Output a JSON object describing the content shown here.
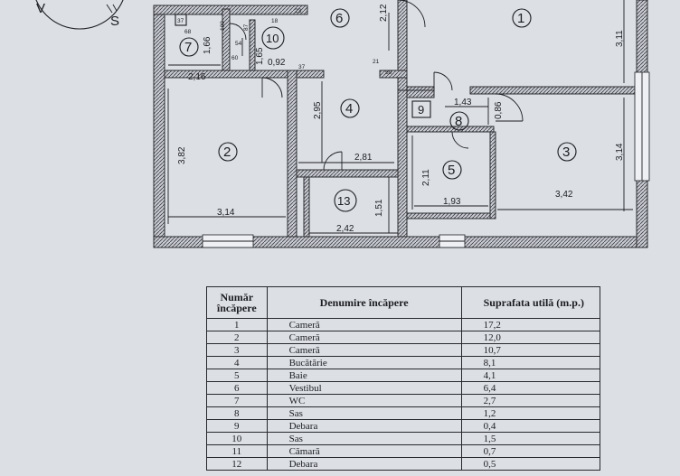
{
  "compass": {
    "letters": [
      "V",
      "S"
    ]
  },
  "plan": {
    "rooms": [
      {
        "num": "1"
      },
      {
        "num": "2"
      },
      {
        "num": "3"
      },
      {
        "num": "4"
      },
      {
        "num": "5"
      },
      {
        "num": "6"
      },
      {
        "num": "7"
      },
      {
        "num": "8"
      },
      {
        "num": "9"
      },
      {
        "num": "10"
      },
      {
        "num": "13"
      }
    ],
    "dimensions": {
      "d_2_16": "2,16",
      "d_1_66": "1,66",
      "d_0_92": "0,92",
      "d_1_65": "1,65",
      "d_2_12": "2,12",
      "d_3_11": "3,11",
      "d_3_82": "3,82",
      "d_3_14a": "3,14",
      "d_2_95": "2,95",
      "d_2_81": "2,81",
      "d_1_43": "1,43",
      "d_0_86": "0,86",
      "d_3_14b": "3,14",
      "d_2_11": "2,11",
      "d_1_93": "1,93",
      "d_3_42": "3,42",
      "d_1_51": "1,51",
      "d_2_42": "2,42"
    },
    "small_marks": {
      "m37a": "37",
      "m68": "68",
      "m100": "100",
      "m54": "54",
      "m87": "87",
      "m60": "60",
      "m18": "18",
      "m23": "23",
      "m37b": "37",
      "m21": "21",
      "m59": "59"
    }
  },
  "table": {
    "headers": {
      "number": "Număr încăpere",
      "name": "Denumire încăpere",
      "area": "Suprafata utilă (m.p.)"
    },
    "rows": [
      {
        "num": "1",
        "name": "Cameră",
        "area": "17,2"
      },
      {
        "num": "2",
        "name": "Cameră",
        "area": "12,0"
      },
      {
        "num": "3",
        "name": "Cameră",
        "area": "10,7"
      },
      {
        "num": "4",
        "name": "Bucătărie",
        "area": "8,1"
      },
      {
        "num": "5",
        "name": "Baie",
        "area": "4,1"
      },
      {
        "num": "6",
        "name": "Vestibul",
        "area": "6,4"
      },
      {
        "num": "7",
        "name": "WC",
        "area": "2,7"
      },
      {
        "num": "8",
        "name": "Sas",
        "area": "1,2"
      },
      {
        "num": "9",
        "name": "Debara",
        "area": "0,4"
      },
      {
        "num": "10",
        "name": "Sas",
        "area": "1,5"
      },
      {
        "num": "11",
        "name": "Cămară",
        "area": "0,7"
      },
      {
        "num": "12",
        "name": "Debara",
        "area": "0,5"
      }
    ]
  }
}
